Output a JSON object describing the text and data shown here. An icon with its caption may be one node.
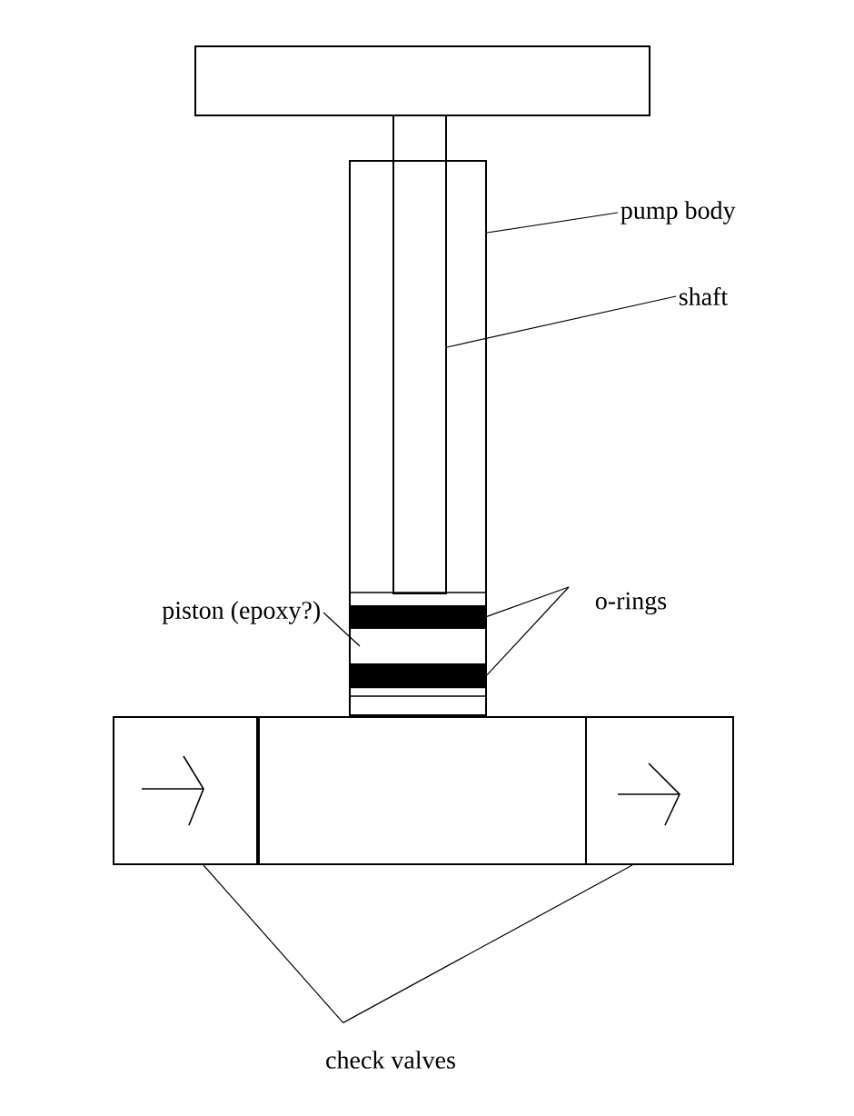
{
  "diagram": {
    "nodes": [
      {
        "text": [],
        "shape": "box"
      },
      {
        "text": [
          "pump body"
        ]
      },
      {
        "text": [],
        "shape": "box"
      },
      {
        "text": [
          "shaft"
        ]
      },
      {
        "text": [],
        "shape": "box"
      },
      {
        "text": [
          "piston (epoxy?)"
        ]
      },
      {
        "text": [
          "o-rings"
        ]
      },
      {
        "text": [],
        "shape": "bar",
        "in": 2
      },
      {
        "text": [],
        "shape": "box",
        "in": 2
      },
      {
        "text": [],
        "shape": "bar",
        "in": 2
      },
      {
        "text": [],
        "shape": "box"
      },
      {
        "text": [],
        "shape": "box"
      },
      {
        "text": [],
        "shape": "box"
      },
      {
        "text": [
          "check valves"
        ]
      }
    ],
    "edges": [
      {
        "from": 1,
        "to": 2,
        "arrow": "none"
      },
      {
        "from": 3,
        "to": 4,
        "arrow": "none"
      },
      {
        "from": 5,
        "to": 8,
        "arrow": "none"
      },
      {
        "from": 6,
        "to": 7,
        "arrow": "none"
      },
      {
        "from": 6,
        "to": 9,
        "arrow": "none"
      },
      {
        "from": 13,
        "to": 10,
        "arrow": "none"
      },
      {
        "from": 13,
        "to": 12,
        "arrow": "none"
      }
    ]
  }
}
